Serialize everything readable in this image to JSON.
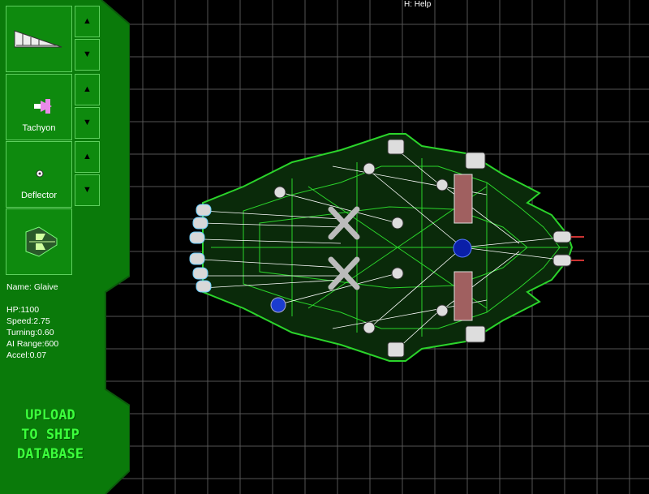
{
  "help_hint": "H: Help",
  "slots": [
    {
      "label": "",
      "icon": "triangle-weapon-icon"
    },
    {
      "label": "Tachyon",
      "icon": "tachyon-icon"
    },
    {
      "label": "Deflector",
      "icon": "deflector-icon"
    },
    {
      "label": "",
      "icon": "ship-icon"
    }
  ],
  "arrows": {
    "up": "▲",
    "down": "▼"
  },
  "ship": {
    "name": "Name: Glaive",
    "hp": "HP:1100",
    "speed": "Speed:2.75",
    "turning": "Turning:0.60",
    "ai_range": "AI Range:600",
    "accel": "Accel:0.07"
  },
  "upload_button": [
    "UPLOAD",
    "TO SHIP",
    "DATABASE"
  ],
  "colors": {
    "panel": "#0a7a0a",
    "grid": "#5a5a5a",
    "hull": "#2bd42b",
    "accent": "#3cff3c"
  }
}
